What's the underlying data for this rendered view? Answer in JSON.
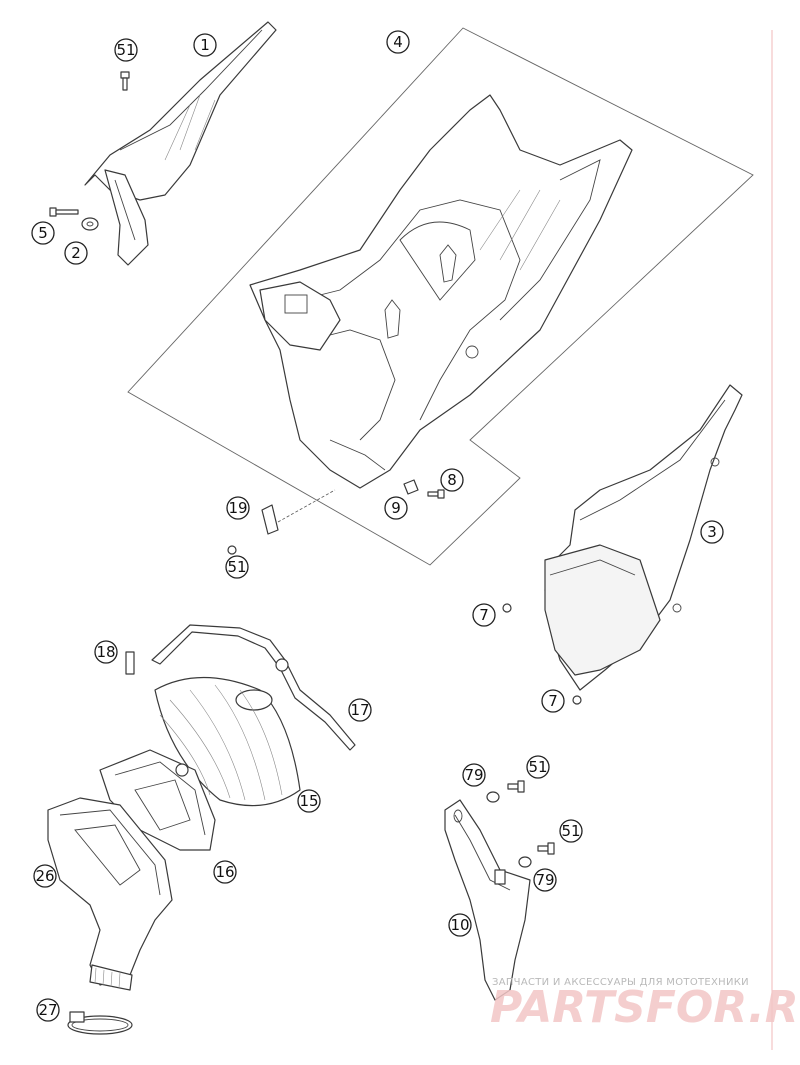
{
  "callouts": [
    {
      "label": "1"
    },
    {
      "label": "51"
    },
    {
      "label": "4"
    },
    {
      "label": "5"
    },
    {
      "label": "2"
    },
    {
      "label": "8"
    },
    {
      "label": "9"
    },
    {
      "label": "19"
    },
    {
      "label": "51"
    },
    {
      "label": "3"
    },
    {
      "label": "7"
    },
    {
      "label": "7"
    },
    {
      "label": "18"
    },
    {
      "label": "17"
    },
    {
      "label": "15"
    },
    {
      "label": "16"
    },
    {
      "label": "26"
    },
    {
      "label": "79"
    },
    {
      "label": "51"
    },
    {
      "label": "51"
    },
    {
      "label": "79"
    },
    {
      "label": "10"
    },
    {
      "label": "27"
    }
  ],
  "watermark": {
    "tagline": "ЗАПЧАСТИ И АКСЕССУАРЫ ДЛЯ МОТОТЕХНИКИ",
    "brand": "PARTSFOR.RU",
    "color": "#e9a8a8"
  }
}
